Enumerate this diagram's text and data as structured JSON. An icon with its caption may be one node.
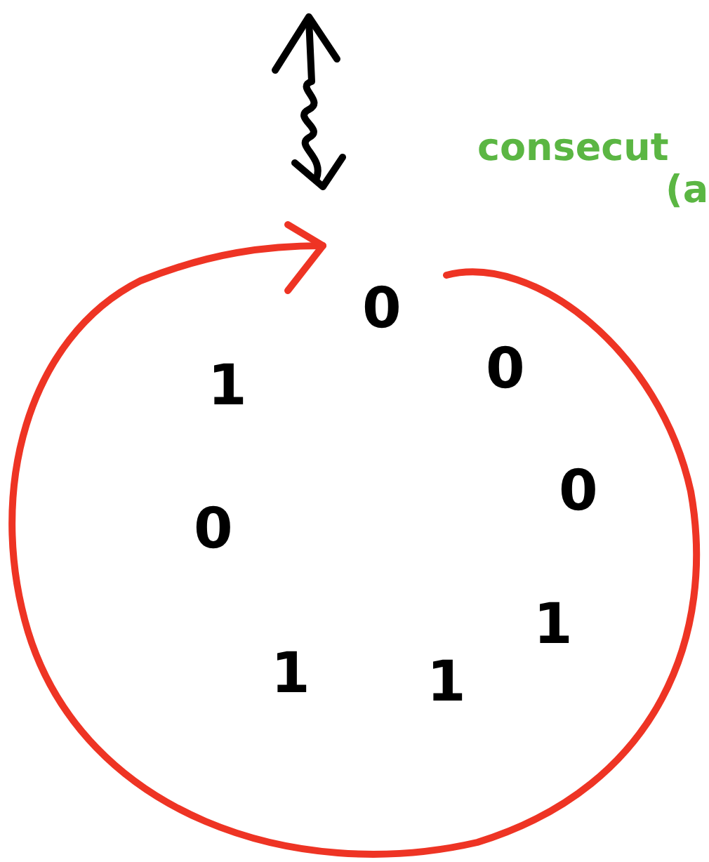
{
  "diagram": {
    "labels": [
      "consecut",
      "(a",
      "0",
      "0",
      "1",
      "0",
      "0",
      "1",
      "1",
      "1"
    ]
  }
}
